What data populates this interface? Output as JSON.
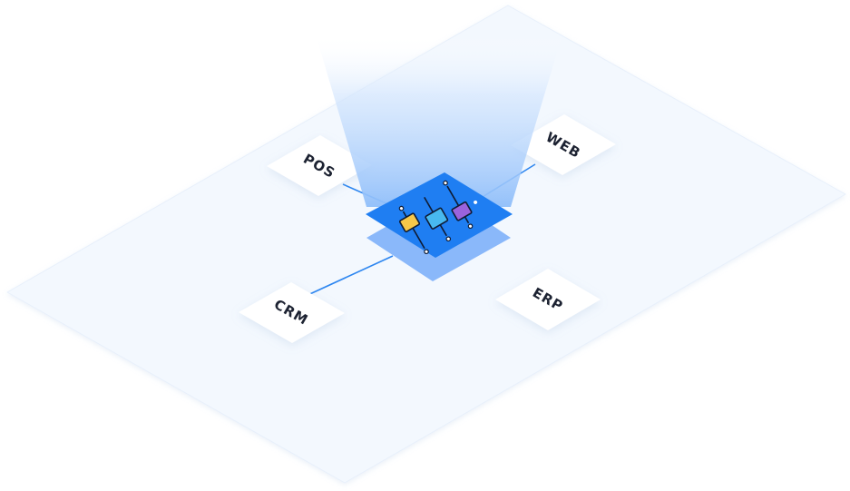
{
  "diagram": {
    "hub": {
      "icon": "sliders-icon"
    },
    "nodes": [
      {
        "id": "pos",
        "label": "POS"
      },
      {
        "id": "web",
        "label": "WEB"
      },
      {
        "id": "crm",
        "label": "CRM"
      },
      {
        "id": "erp",
        "label": "ERP"
      }
    ]
  },
  "colors": {
    "plane": "#f3f8fe",
    "plane_stroke": "#e8f0fb",
    "connector": "#2d86f0",
    "hub_top": "#1f7ef2",
    "hub_base": "#8ab8fa",
    "beam": "#9cc6fb",
    "card": "#ffffff",
    "slider_yellow": "#f6c84a",
    "slider_cyan": "#48b9ef",
    "slider_purple": "#9a63dd",
    "icon_outline": "#0f1b33"
  }
}
